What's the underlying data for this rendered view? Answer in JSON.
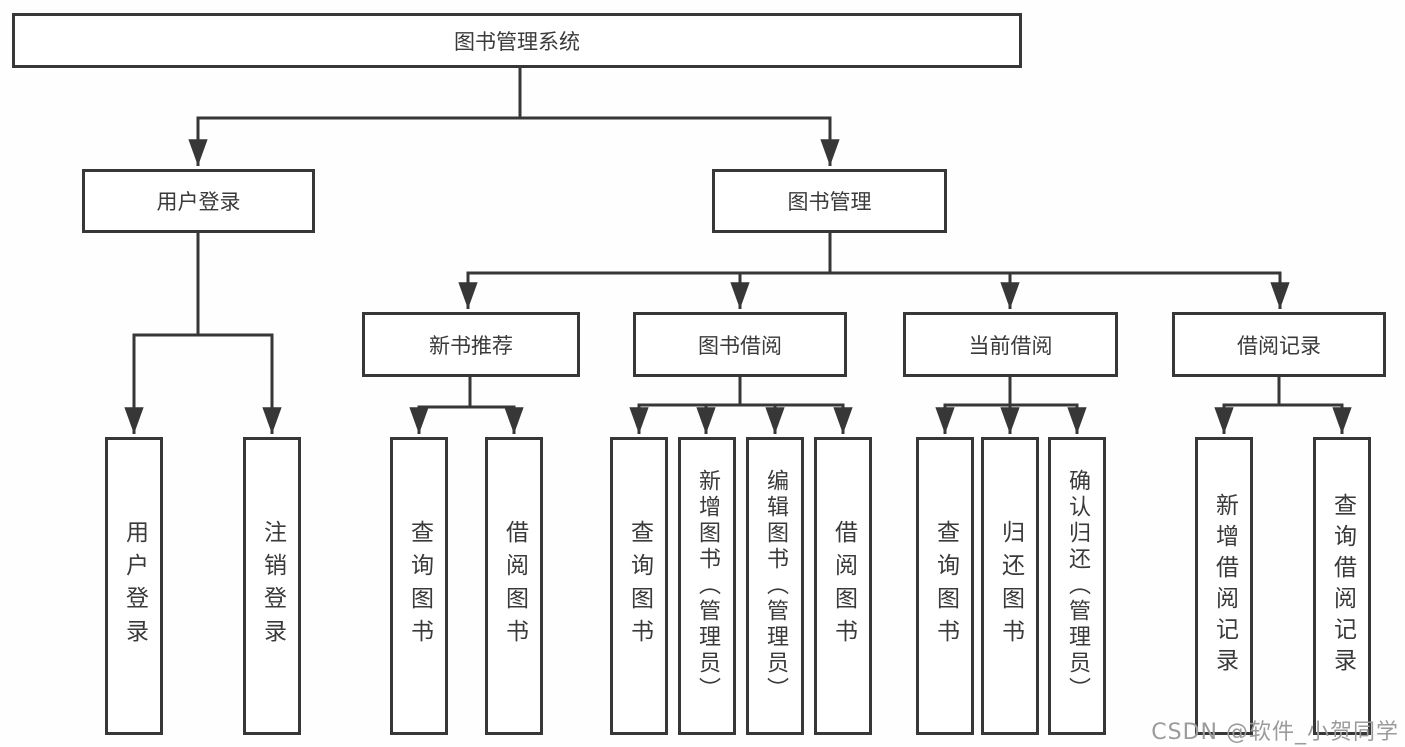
{
  "tree": {
    "label": "图书管理系统",
    "children": [
      {
        "label": "用户登录",
        "children": [
          {
            "label": "用户登录"
          },
          {
            "label": "注销登录"
          }
        ]
      },
      {
        "label": "图书管理",
        "children": [
          {
            "label": "新书推荐",
            "children": [
              {
                "label": "查询图书"
              },
              {
                "label": "借阅图书"
              }
            ]
          },
          {
            "label": "图书借阅",
            "children": [
              {
                "label": "查询图书"
              },
              {
                "label": "新增图书（管理员）"
              },
              {
                "label": "编辑图书（管理员）"
              },
              {
                "label": "借阅图书"
              }
            ]
          },
          {
            "label": "当前借阅",
            "children": [
              {
                "label": "查询图书"
              },
              {
                "label": "归还图书"
              },
              {
                "label": "确认归还（管理员）"
              }
            ]
          },
          {
            "label": "借阅记录",
            "children": [
              {
                "label": "新增借阅记录"
              },
              {
                "label": "查询借阅记录"
              }
            ]
          }
        ]
      }
    ]
  },
  "watermark": {
    "text": "CSDN @软件_小贺同学"
  },
  "colors": {
    "line": "#373737",
    "text": "#3a3a3a",
    "watermark": "#9b9b9b",
    "background": "#ffffff"
  }
}
